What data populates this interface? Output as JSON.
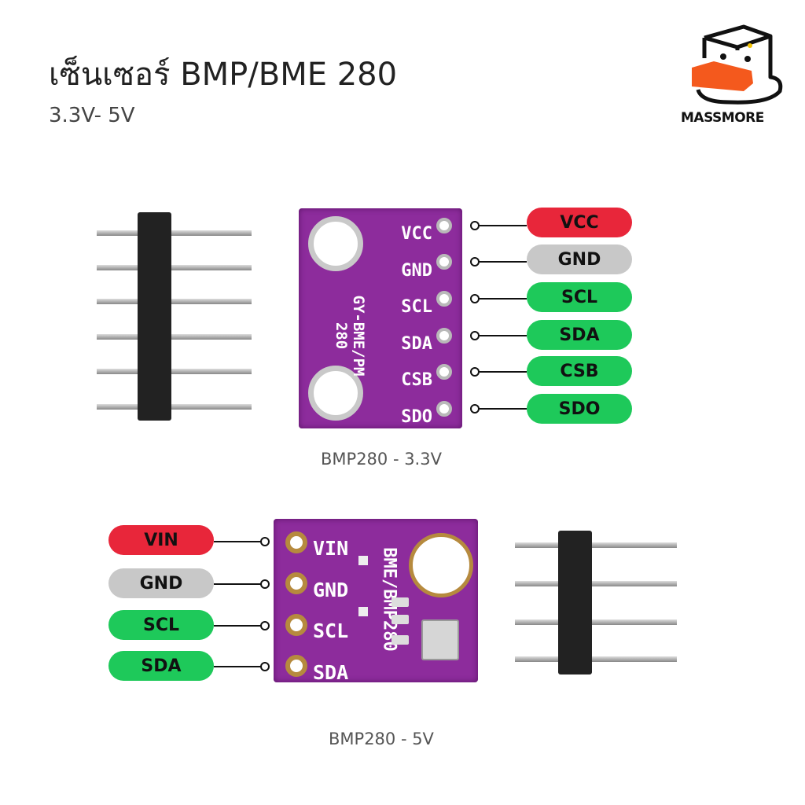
{
  "header": {
    "title": "เซ็นเซอร์ BMP/BME 280",
    "subtitle": "3.3V- 5V"
  },
  "logo": {
    "text": "MASSMORE"
  },
  "board_3v3": {
    "caption": "BMP280 - 3.3V",
    "silkscreen": "GY-BME/PM 280",
    "pins": [
      {
        "label": "VCC",
        "color": "#e8263a"
      },
      {
        "label": "GND",
        "color": "#c8c8c8"
      },
      {
        "label": "SCL",
        "color": "#1ec95a"
      },
      {
        "label": "SDA",
        "color": "#1ec95a"
      },
      {
        "label": "CSB",
        "color": "#1ec95a"
      },
      {
        "label": "SDO",
        "color": "#1ec95a"
      }
    ]
  },
  "board_5v": {
    "caption": "BMP280 - 5V",
    "silkscreen": "BME/BMP280",
    "pins": [
      {
        "label": "VIN",
        "color": "#e8263a"
      },
      {
        "label": "GND",
        "color": "#c8c8c8"
      },
      {
        "label": "SCL",
        "color": "#1ec95a"
      },
      {
        "label": "SDA",
        "color": "#1ec95a"
      }
    ]
  }
}
